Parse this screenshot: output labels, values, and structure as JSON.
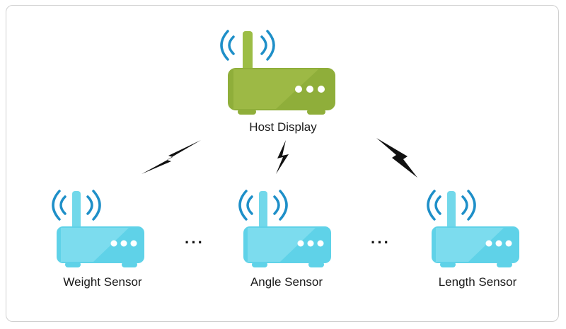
{
  "colors": {
    "host_body": "#8fae3a",
    "host_body_light": "#a9c24e",
    "host_antenna": "#9cbd45",
    "sensor_body": "#5fd2e8",
    "sensor_body_light": "#8fe3f2",
    "sensor_antenna": "#72d8ea",
    "wifi_waves": "#1e8fc8",
    "bolt": "#111111"
  },
  "icons": {
    "host": "wireless-router-icon",
    "sensor": "wireless-router-icon",
    "link": "lightning-bolt-icon"
  },
  "host": {
    "label": "Host Display"
  },
  "sensors": [
    {
      "label": "Weight Sensor"
    },
    {
      "label": "Angle Sensor"
    },
    {
      "label": "Length Sensor"
    }
  ],
  "ellipsis": "···"
}
